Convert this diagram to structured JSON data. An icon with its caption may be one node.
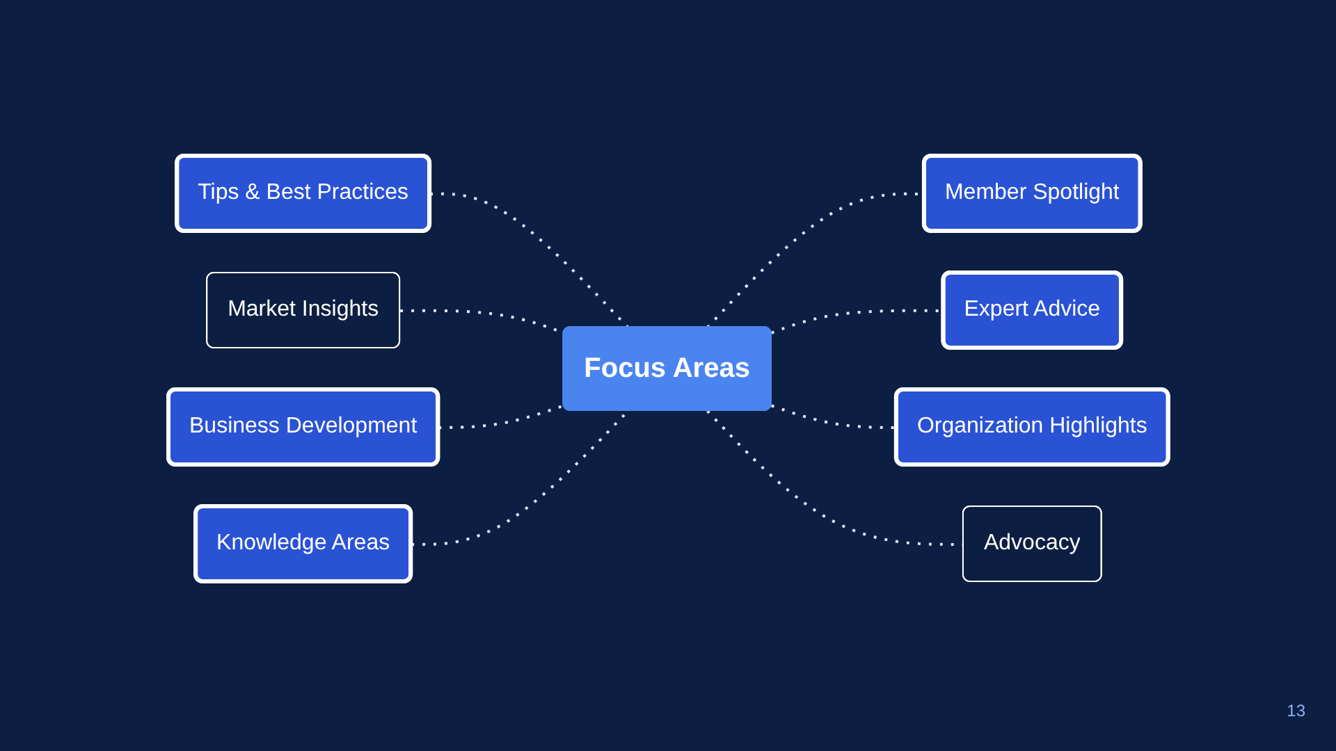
{
  "diagram": {
    "nodes": [
      {
        "text": [
          "Market Insights"
        ]
      },
      {
        "text": [
          "Member Spotlight"
        ]
      },
      {
        "text": [
          "Tips & Best Practices"
        ]
      },
      {
        "text": [
          "Expert Advice"
        ]
      },
      {
        "text": [
          "Focus Areas"
        ]
      },
      {
        "text": [
          "Business Development"
        ]
      },
      {
        "text": [
          "Organization Highlights"
        ]
      },
      {
        "text": [
          "Knowledge Areas"
        ]
      },
      {
        "text": [
          "Advocacy"
        ]
      }
    ],
    "edges": [
      {
        "from": 2,
        "to": 4,
        "arrow": "none",
        "style": "dashed"
      },
      {
        "from": 0,
        "to": 4,
        "arrow": "none",
        "style": "dashed"
      },
      {
        "from": 5,
        "to": 4,
        "arrow": "none",
        "style": "dashed"
      },
      {
        "from": 7,
        "to": 4,
        "arrow": "none",
        "style": "dashed"
      },
      {
        "from": 4,
        "to": 1,
        "arrow": "none",
        "style": "dashed"
      },
      {
        "from": 4,
        "to": 3,
        "arrow": "none",
        "style": "dashed"
      },
      {
        "from": 4,
        "to": 6,
        "arrow": "none",
        "style": "dashed"
      },
      {
        "from": 4,
        "to": 8,
        "arrow": "none",
        "style": "dashed"
      }
    ],
    "labels": [
      "13"
    ]
  }
}
